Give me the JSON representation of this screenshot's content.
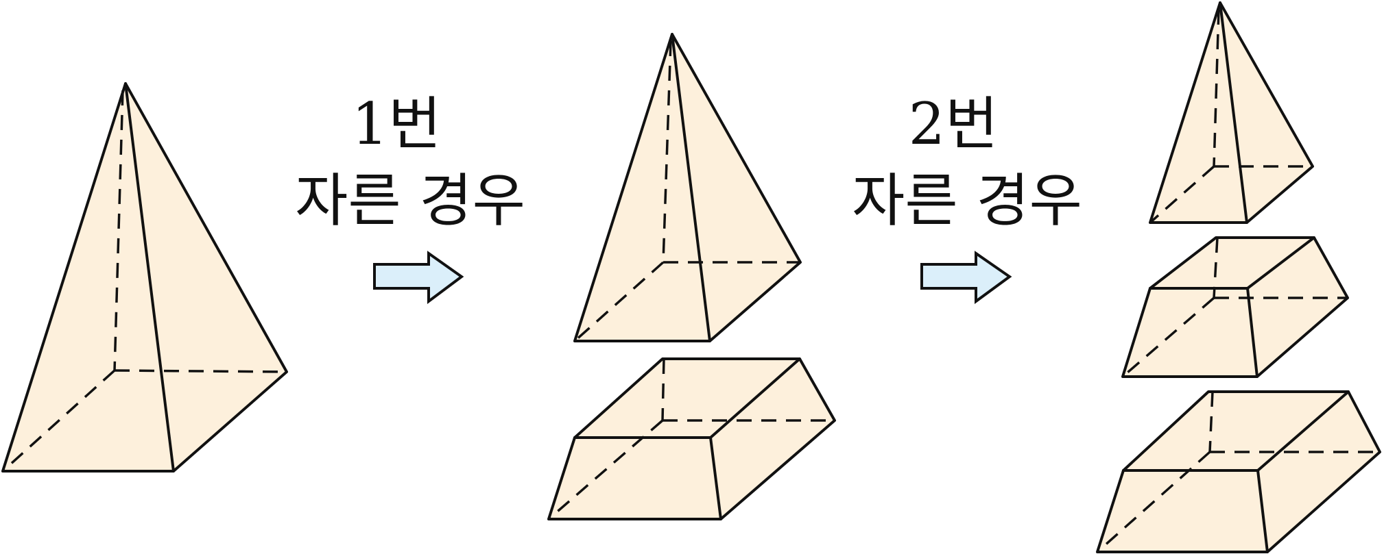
{
  "step1": {
    "count": "1번",
    "action": "자른 경우"
  },
  "step2": {
    "count": "2번",
    "action": "자른 경우"
  },
  "colors": {
    "solid_fill": "#fdf0dc",
    "arrow_fill": "#dbeffa",
    "line": "#111111"
  }
}
